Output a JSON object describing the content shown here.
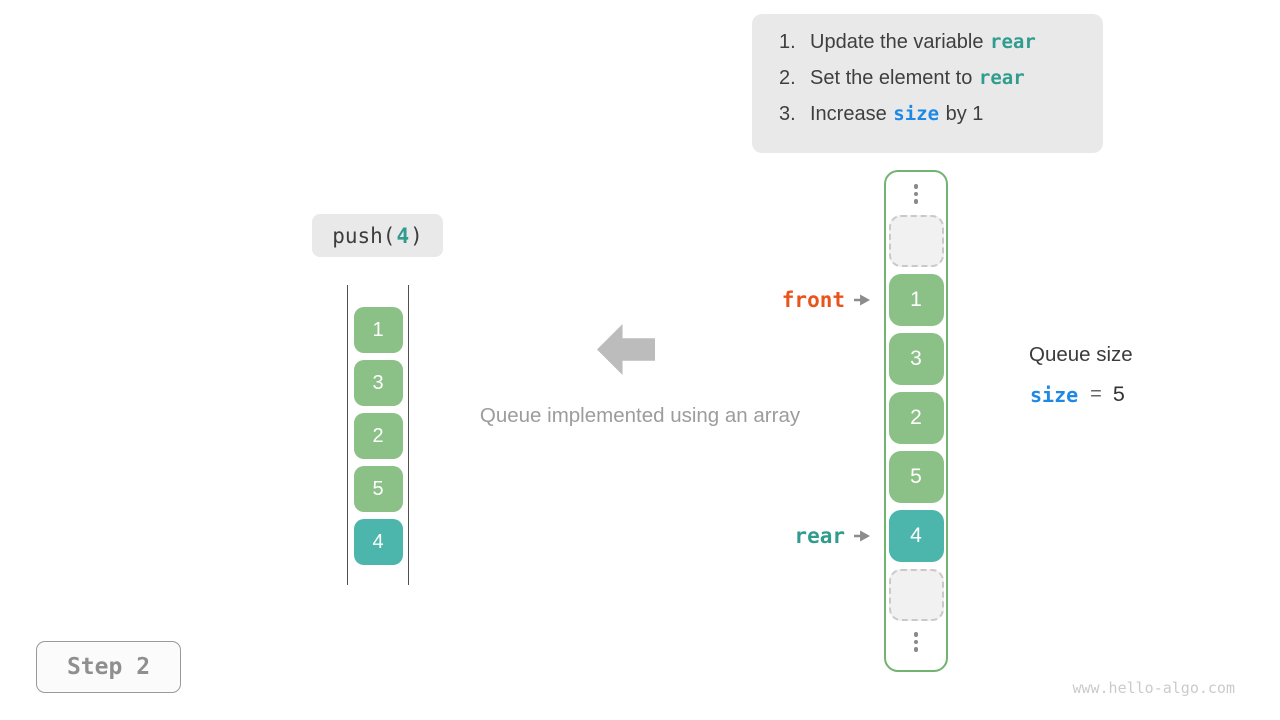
{
  "colors": {
    "teal_code": "#2f9c8d",
    "blue_code": "#1e88e5",
    "orange_code": "#e8551c",
    "green_cell": "#8bc186",
    "teal_cell": "#4db6ac",
    "green_border": "#72b372"
  },
  "instructions": {
    "items": [
      {
        "num": "1.",
        "pre": "Update the variable ",
        "code": "rear",
        "post": ""
      },
      {
        "num": "2.",
        "pre": "Set the element to ",
        "code": "rear",
        "post": ""
      },
      {
        "num": "3.",
        "pre": "Increase ",
        "code": "size",
        "post": " by 1"
      }
    ]
  },
  "push_label": {
    "prefix": "push(",
    "arg": "4",
    "suffix": ")"
  },
  "left_stack": {
    "cells": [
      {
        "value": "1",
        "highlight": false
      },
      {
        "value": "3",
        "highlight": false
      },
      {
        "value": "2",
        "highlight": false
      },
      {
        "value": "5",
        "highlight": false
      },
      {
        "value": "4",
        "highlight": true
      }
    ]
  },
  "center": {
    "caption": "Queue implemented using an array"
  },
  "array": {
    "cells": [
      {
        "value": "1",
        "highlight": false
      },
      {
        "value": "3",
        "highlight": false
      },
      {
        "value": "2",
        "highlight": false
      },
      {
        "value": "5",
        "highlight": false
      },
      {
        "value": "4",
        "highlight": true
      }
    ],
    "empty_slots": 2
  },
  "pointers": {
    "front": {
      "label": "front"
    },
    "rear": {
      "label": "rear"
    }
  },
  "size_panel": {
    "title": "Queue size",
    "var": "size",
    "equals": "=",
    "value": "5"
  },
  "step": {
    "label": "Step 2"
  },
  "watermark": "www.hello-algo.com"
}
